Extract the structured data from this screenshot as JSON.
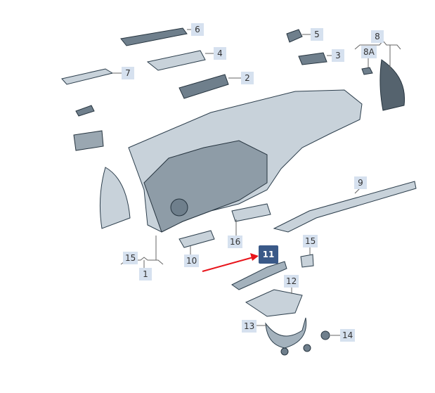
{
  "diagram": {
    "labels": [
      {
        "id": "6",
        "text": "6"
      },
      {
        "id": "5",
        "text": "5"
      },
      {
        "id": "8",
        "text": "8"
      },
      {
        "id": "4",
        "text": "4"
      },
      {
        "id": "3",
        "text": "3"
      },
      {
        "id": "8A",
        "text": "8A"
      },
      {
        "id": "7",
        "text": "7"
      },
      {
        "id": "2",
        "text": "2"
      },
      {
        "id": "9",
        "text": "9"
      },
      {
        "id": "15a",
        "text": "15"
      },
      {
        "id": "16",
        "text": "16"
      },
      {
        "id": "11",
        "text": "11"
      },
      {
        "id": "15b",
        "text": "15"
      },
      {
        "id": "10",
        "text": "10"
      },
      {
        "id": "1",
        "text": "1"
      },
      {
        "id": "12",
        "text": "12"
      },
      {
        "id": "13",
        "text": "13"
      },
      {
        "id": "14",
        "text": "14"
      }
    ],
    "highlighted": "11",
    "colors": {
      "label_bg": "#d6e1ef",
      "highlight_bg": "#3a5988",
      "arrow": "#e8141b",
      "part": "#c8d2da"
    }
  }
}
